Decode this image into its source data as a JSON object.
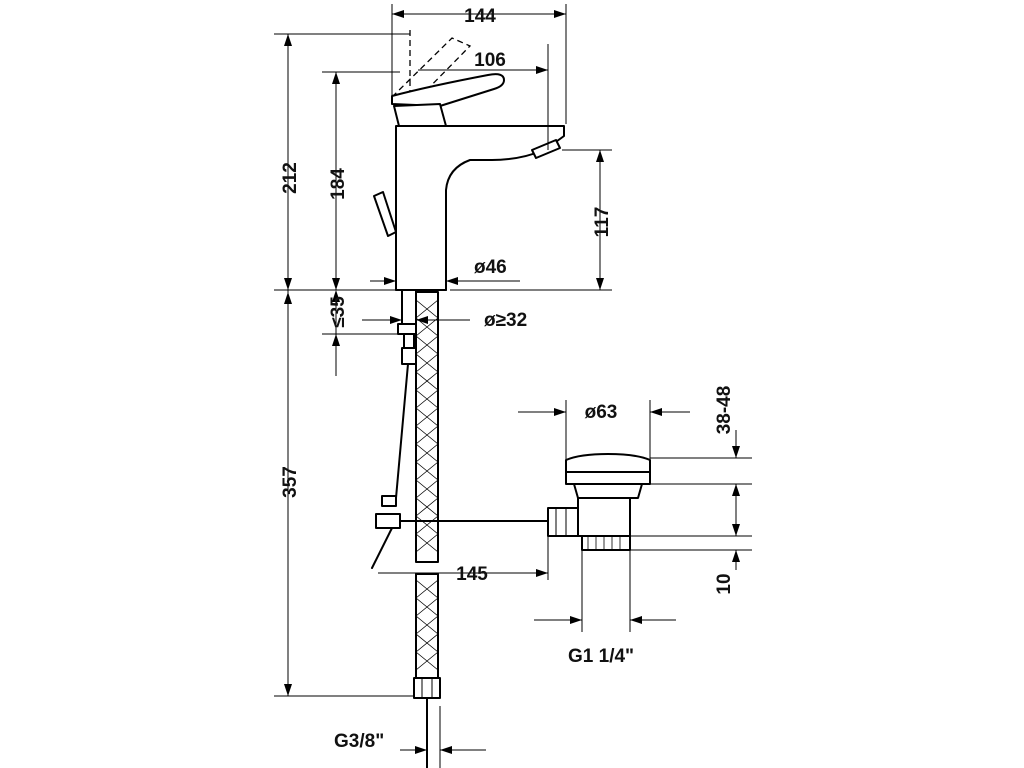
{
  "dimensions": {
    "width_total": "144",
    "lever_reach": "106",
    "height_total": "212",
    "height_to_lever": "184",
    "spout_height": "117",
    "body_diameter": "ø46",
    "hole_diameter": "ø≥32",
    "deck_thickness": "≤35",
    "hose_length": "357",
    "waste_diameter": "ø63",
    "waste_range": "38-48",
    "waste_offset": "10",
    "rod_length": "145",
    "waste_thread": "G1 1/4\"",
    "supply_thread": "G3/8\""
  }
}
